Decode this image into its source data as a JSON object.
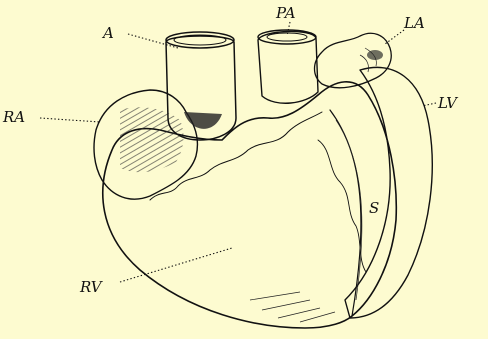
{
  "figure": {
    "labels": {
      "aorta": "A",
      "pulmonary_artery": "PA",
      "left_atrium": "LA",
      "left_ventricle": "LV",
      "right_atrium": "RA",
      "right_ventricle": "RV",
      "septum": "S"
    },
    "colors": {
      "paper": "#fdfbd0",
      "ink": "#111111"
    }
  }
}
